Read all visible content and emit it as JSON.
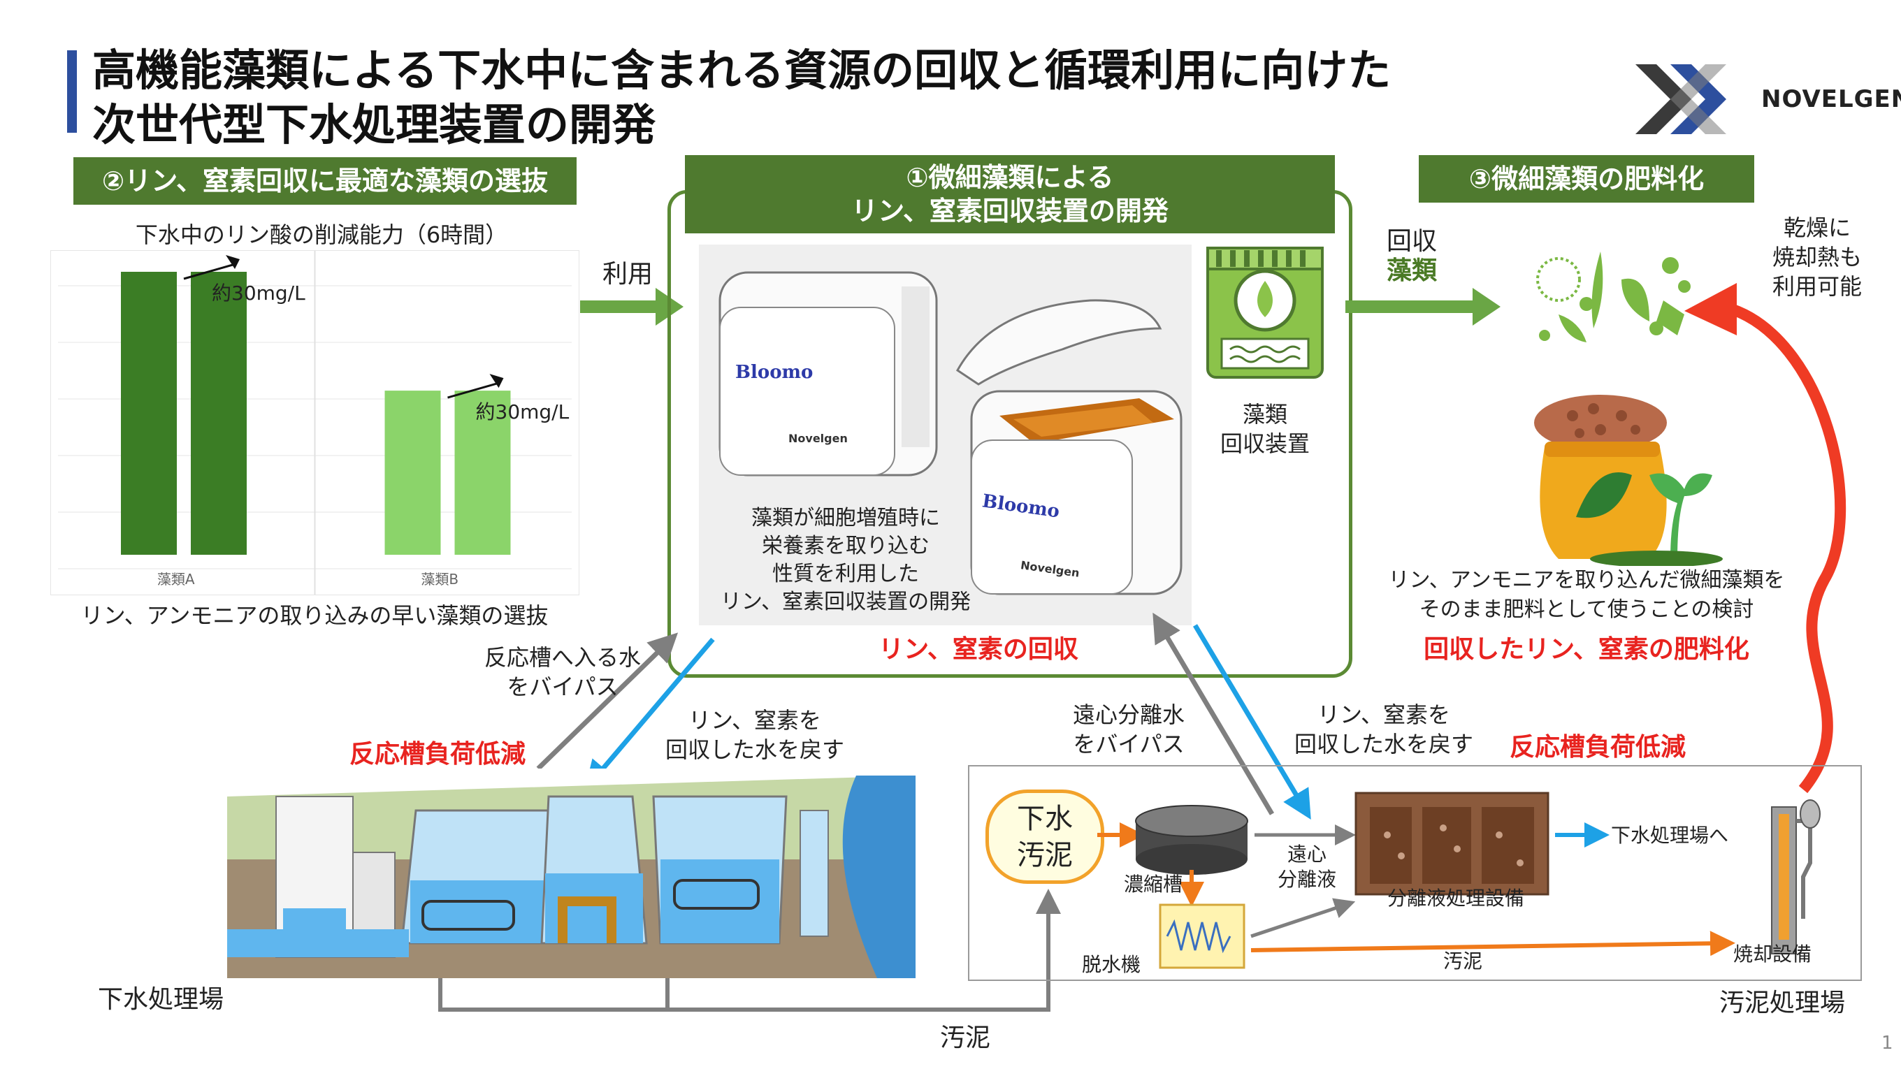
{
  "title_lines": [
    "高機能藻類による下水中に含まれる資源の回収と循環利用に向けた",
    "次世代型下水処理装置の開発"
  ],
  "logo": {
    "text": "NOVELGEN"
  },
  "section2": {
    "header": "②リン、窒素回収に最適な藻類の選抜",
    "chart_title": "下水中のリン酸の削減能力（6時間）",
    "caption": "リン、アンモニアの取り込みの早い藻類の選抜"
  },
  "section1": {
    "header_line1": "①微細藻類による",
    "header_line2": "リン、窒素回収装置の開発",
    "device_label_1": "Bloomo",
    "device_label_2": "Novelgen",
    "desc_lines": [
      "藻類が細胞増殖時に",
      "栄養素を取り込む",
      "性質を利用した",
      "リン、窒素回収装置の開発"
    ],
    "icon_label_lines": [
      "藻類",
      "回収装置"
    ],
    "result": "リン、窒素の回収"
  },
  "section3": {
    "header": "③微細藻類の肥料化",
    "desc_lines": [
      "リン、アンモニアを取り込んだ微細藻類を",
      "そのまま肥料として使うことの検討"
    ],
    "result": "回収したリン、窒素の肥料化",
    "heat_lines": [
      "乾燥に",
      "焼却熱も",
      "利用可能"
    ]
  },
  "arrows": {
    "use": "利用",
    "recover_line1": "回収",
    "recover_line2": "藻類"
  },
  "left_plant": {
    "bypass_lines": [
      "反応槽へ入る水",
      "をバイパス"
    ],
    "return_lines": [
      "リン、窒素を",
      "回収した水を戻す"
    ],
    "load_reduction": "反応槽負荷低減",
    "label": "下水処理場"
  },
  "right_plant": {
    "bypass_lines": [
      "遠心分離水",
      "をバイパス"
    ],
    "return_lines": [
      "リン、窒素を",
      "回収した水を戻す"
    ],
    "load_reduction": "反応槽負荷低減",
    "sludge_lines": [
      "下水",
      "汚泥"
    ],
    "thickener": "濃縮槽",
    "centrifuge_lines": [
      "遠心",
      "分離液"
    ],
    "separation": "分離液処理設備",
    "to_plant": "下水処理場へ",
    "dewater": "脱水機",
    "sludge_flow": "汚泥",
    "incinerator": "焼却設備",
    "label": "汚泥処理場"
  },
  "bottom_sludge": "汚泥",
  "page_number": "1",
  "chart_data": {
    "type": "bar",
    "title": "下水中のリン酸の削減能力（6時間）",
    "categories": [
      "藻類A",
      "藻類B"
    ],
    "series": [
      {
        "values": [
          100,
          58
        ]
      },
      {
        "values": [
          100,
          58
        ]
      }
    ],
    "annotations": [
      "約30mg/L",
      "約30mg/L"
    ],
    "colors": [
      "#3b7d25",
      "#8bd46a"
    ]
  }
}
